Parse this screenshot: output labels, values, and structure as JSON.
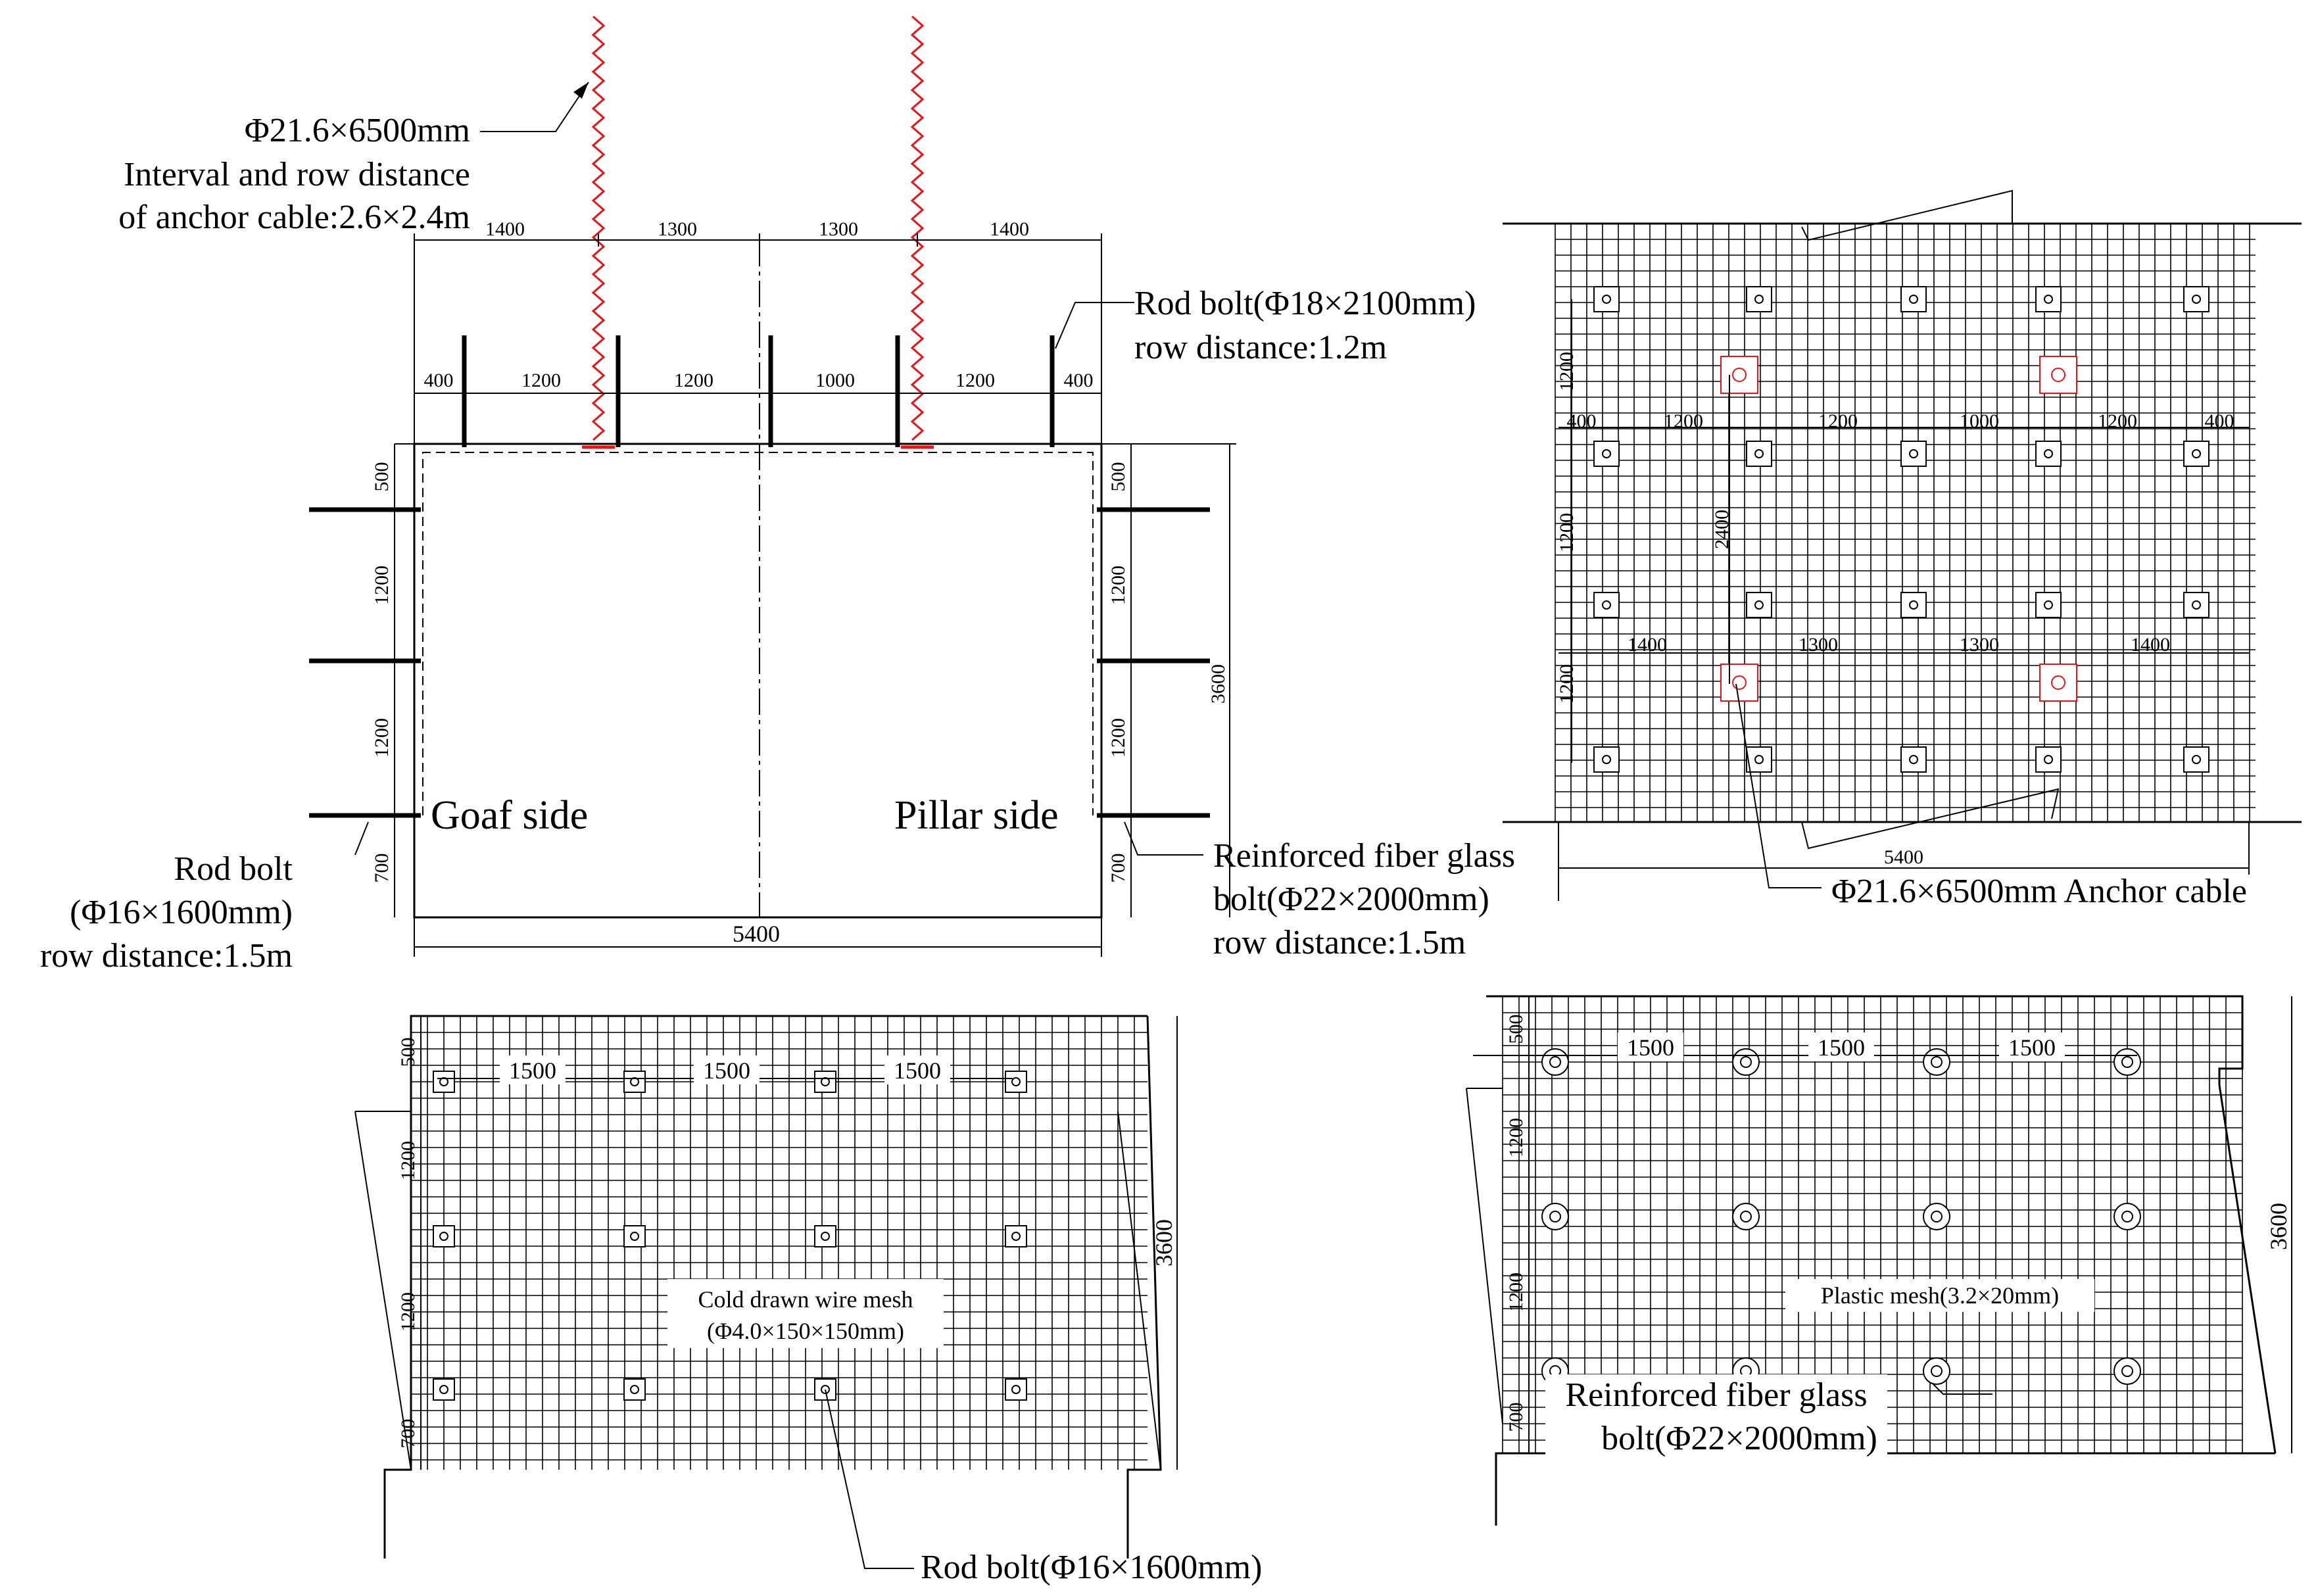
{
  "section": {
    "anchor_label_1": "Φ21.6×6500mm",
    "anchor_label_2": "Interval and row distance",
    "anchor_label_3": "of anchor cable:2.6×2.4m",
    "top_dims": [
      "1400",
      "1300",
      "1300",
      "1400"
    ],
    "bolt_dims": [
      "400",
      "1200",
      "1200",
      "1000",
      "1200",
      "400"
    ],
    "rod_bolt_roof_1": "Rod bolt(Φ18×2100mm)",
    "rod_bolt_roof_2": "row distance:1.2m",
    "left_dims": [
      "500",
      "1200",
      "1200",
      "700"
    ],
    "right_dims": [
      "500",
      "1200",
      "1200",
      "700"
    ],
    "height": "3600",
    "width": "5400",
    "goaf": "Goaf side",
    "pillar": "Pillar side",
    "rod_bolt_left_1": "Rod bolt",
    "rod_bolt_left_2": "(Φ16×1600mm)",
    "rod_bolt_left_3": "row distance:1.5m",
    "frp_1": "Reinforced fiber glass",
    "frp_2": "bolt(Φ22×2000mm)",
    "frp_3": "row distance:1.5m"
  },
  "roof_plan": {
    "left_dim": "1200",
    "bolt_dims": [
      "400",
      "1200",
      "1200",
      "1000",
      "1200",
      "400"
    ],
    "row_dims": [
      "1200",
      "1200"
    ],
    "cable_row": "2400",
    "cable_dims": [
      "1400",
      "1300",
      "1300",
      "1400"
    ],
    "width": "5400",
    "anchor_cable": "Φ21.6×6500mm  Anchor cable"
  },
  "goaf_wall": {
    "horiz_dims": [
      "1500",
      "1500",
      "1500"
    ],
    "vert_dims": [
      "500",
      "1200",
      "1200",
      "700"
    ],
    "height": "3600",
    "mesh_1": "Cold drawn wire mesh",
    "mesh_2": "(Φ4.0×150×150mm)",
    "rod_bolt": "Rod bolt(Φ16×1600mm)"
  },
  "pillar_wall": {
    "horiz_dims": [
      "1500",
      "1500",
      "1500"
    ],
    "vert_dims": [
      "500",
      "1200",
      "1200",
      "700"
    ],
    "height": "3600",
    "mesh": "Plastic mesh(3.2×20mm)",
    "frp_1": "Reinforced fiber glass",
    "frp_2": "bolt(Φ22×2000mm)"
  }
}
